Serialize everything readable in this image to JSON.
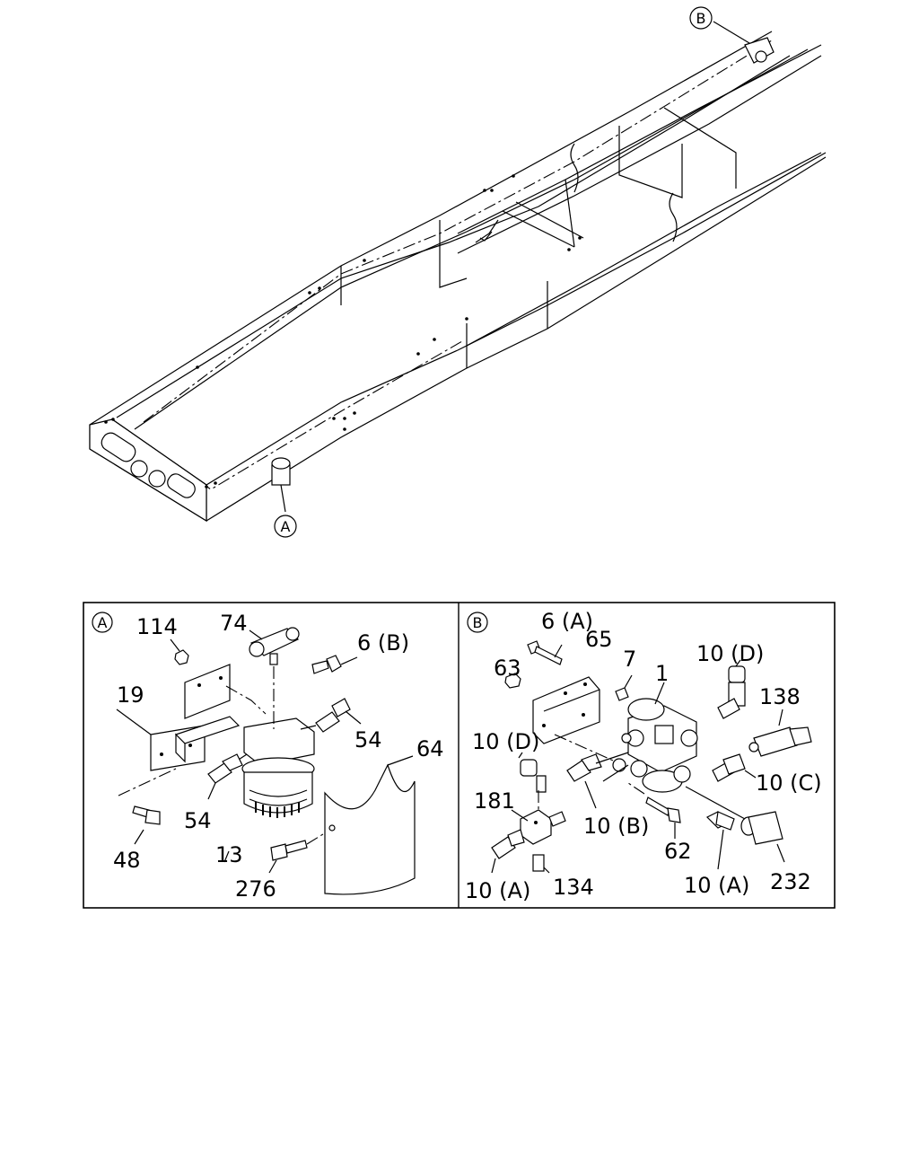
{
  "callouts": {
    "overview_a": "A",
    "overview_b": "B",
    "panel_a": "A",
    "panel_b": "B"
  },
  "panel_a_labels": {
    "p114": "114",
    "p74": "74",
    "p6b": "6 (B)",
    "p19": "19",
    "p54_right": "54",
    "p64": "64",
    "p54_left": "54",
    "p48": "48",
    "p13": "13",
    "p276": "276"
  },
  "panel_b_labels": {
    "p6a": "6 (A)",
    "p65": "65",
    "p7": "7",
    "p63": "63",
    "p1": "1",
    "p10d_top": "10 (D)",
    "p138": "138",
    "p10d_left": "10 (D)",
    "p10c": "10 (C)",
    "p181": "181",
    "p10b": "10 (B)",
    "p62": "62",
    "p10a_left": "10 (A)",
    "p134": "134",
    "p10a_right": "10 (A)",
    "p232": "232"
  }
}
